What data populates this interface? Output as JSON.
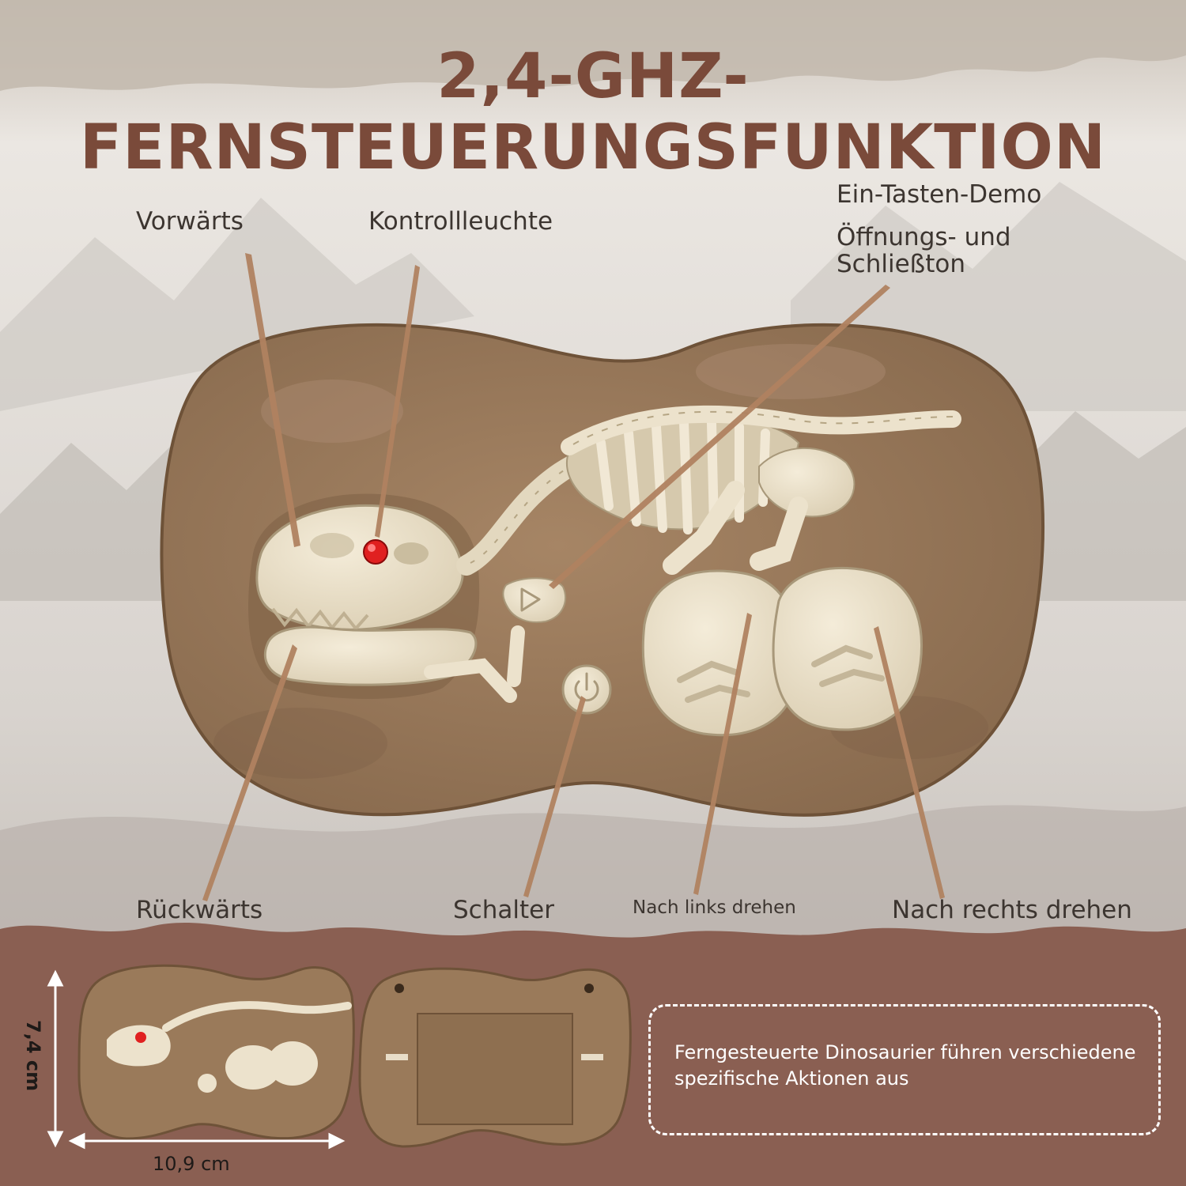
{
  "title": "2,4-GHZ-FERNSTEUERUNGSFUNKTION",
  "labels": {
    "forward": "Vorwärts",
    "indicator_light": "Kontrollleuchte",
    "demo_line1": "Ein-Tasten-Demo",
    "demo_line2": "Öffnungs- und",
    "demo_line3": "Schließton",
    "backward": "Rückwärts",
    "switch": "Schalter",
    "turn_left": "Nach links drehen",
    "turn_right": "Nach rechts drehen"
  },
  "dimensions": {
    "height": "7,4 cm",
    "width": "10,9 cm"
  },
  "info": {
    "text": "Ferngesteuerte Dinosaurier führen verschiedene spezifische Aktionen aus"
  },
  "colors": {
    "title": "#7a4a3a",
    "remote_body": "#9a7a5a",
    "bone": "#ece2cc",
    "pointer": "#b08260",
    "led": "#e02020",
    "bottom_band": "#8a5f52"
  },
  "icons": {
    "play_button": "play-icon",
    "power_switch": "power-icon"
  }
}
